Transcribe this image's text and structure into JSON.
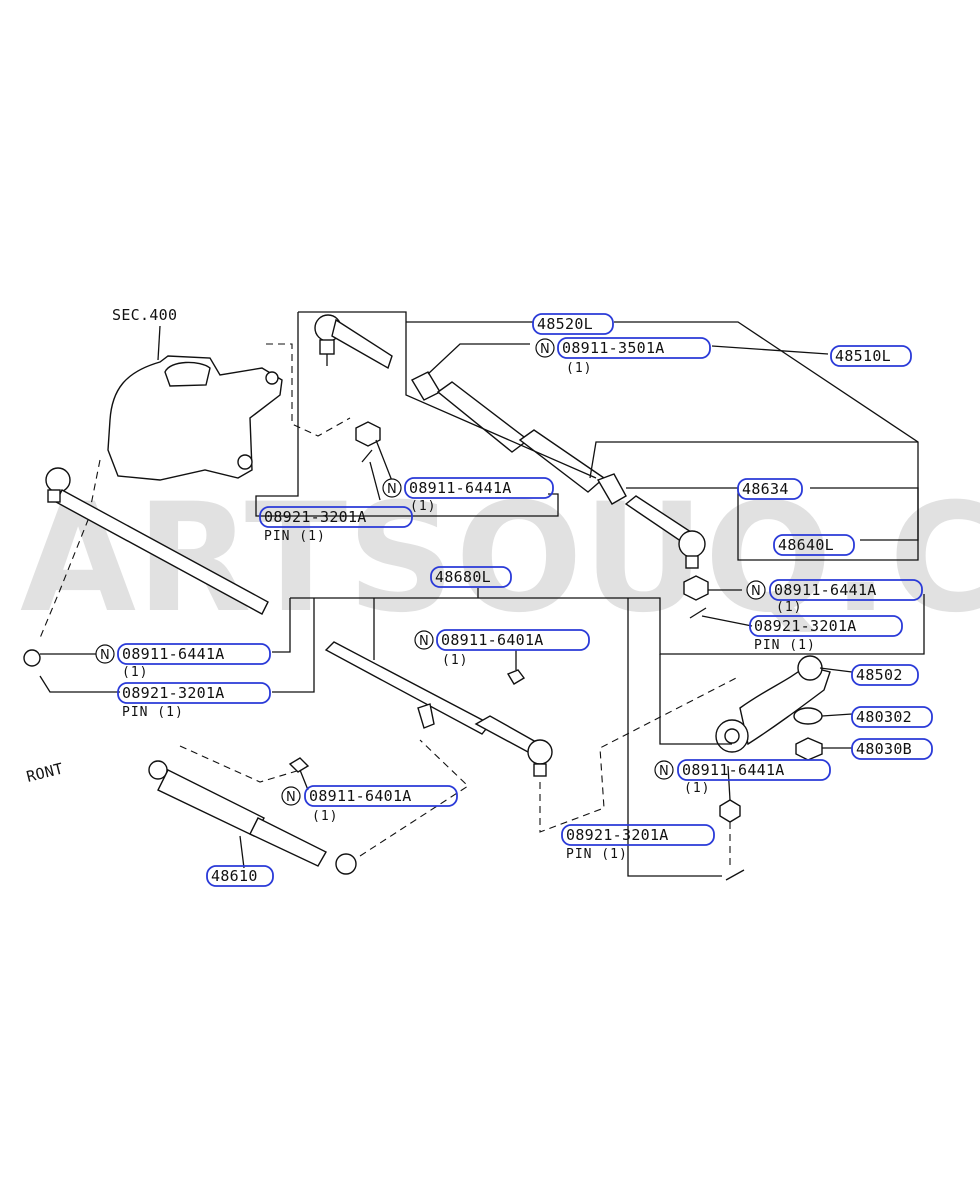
{
  "watermark": "ARTSOUQ.COM",
  "section_ref": "SEC.400",
  "front_label": "RONT",
  "qty": "(1)",
  "pin": "PIN (1)",
  "n_symbol": "N",
  "parts": {
    "p48520": "48520L",
    "p48510": "48510L",
    "p48634": "48634",
    "p48640": "48640L",
    "p48680": "48680L",
    "p48502": "48502",
    "p480302": "480302",
    "p48030b": "48030B",
    "p48610": "48610"
  },
  "fasteners": {
    "nut_3501": "08911-3501A",
    "nut_6441": "08911-6441A",
    "nut_6401": "08911-6401A",
    "pin_3201": "08921-3201A"
  }
}
